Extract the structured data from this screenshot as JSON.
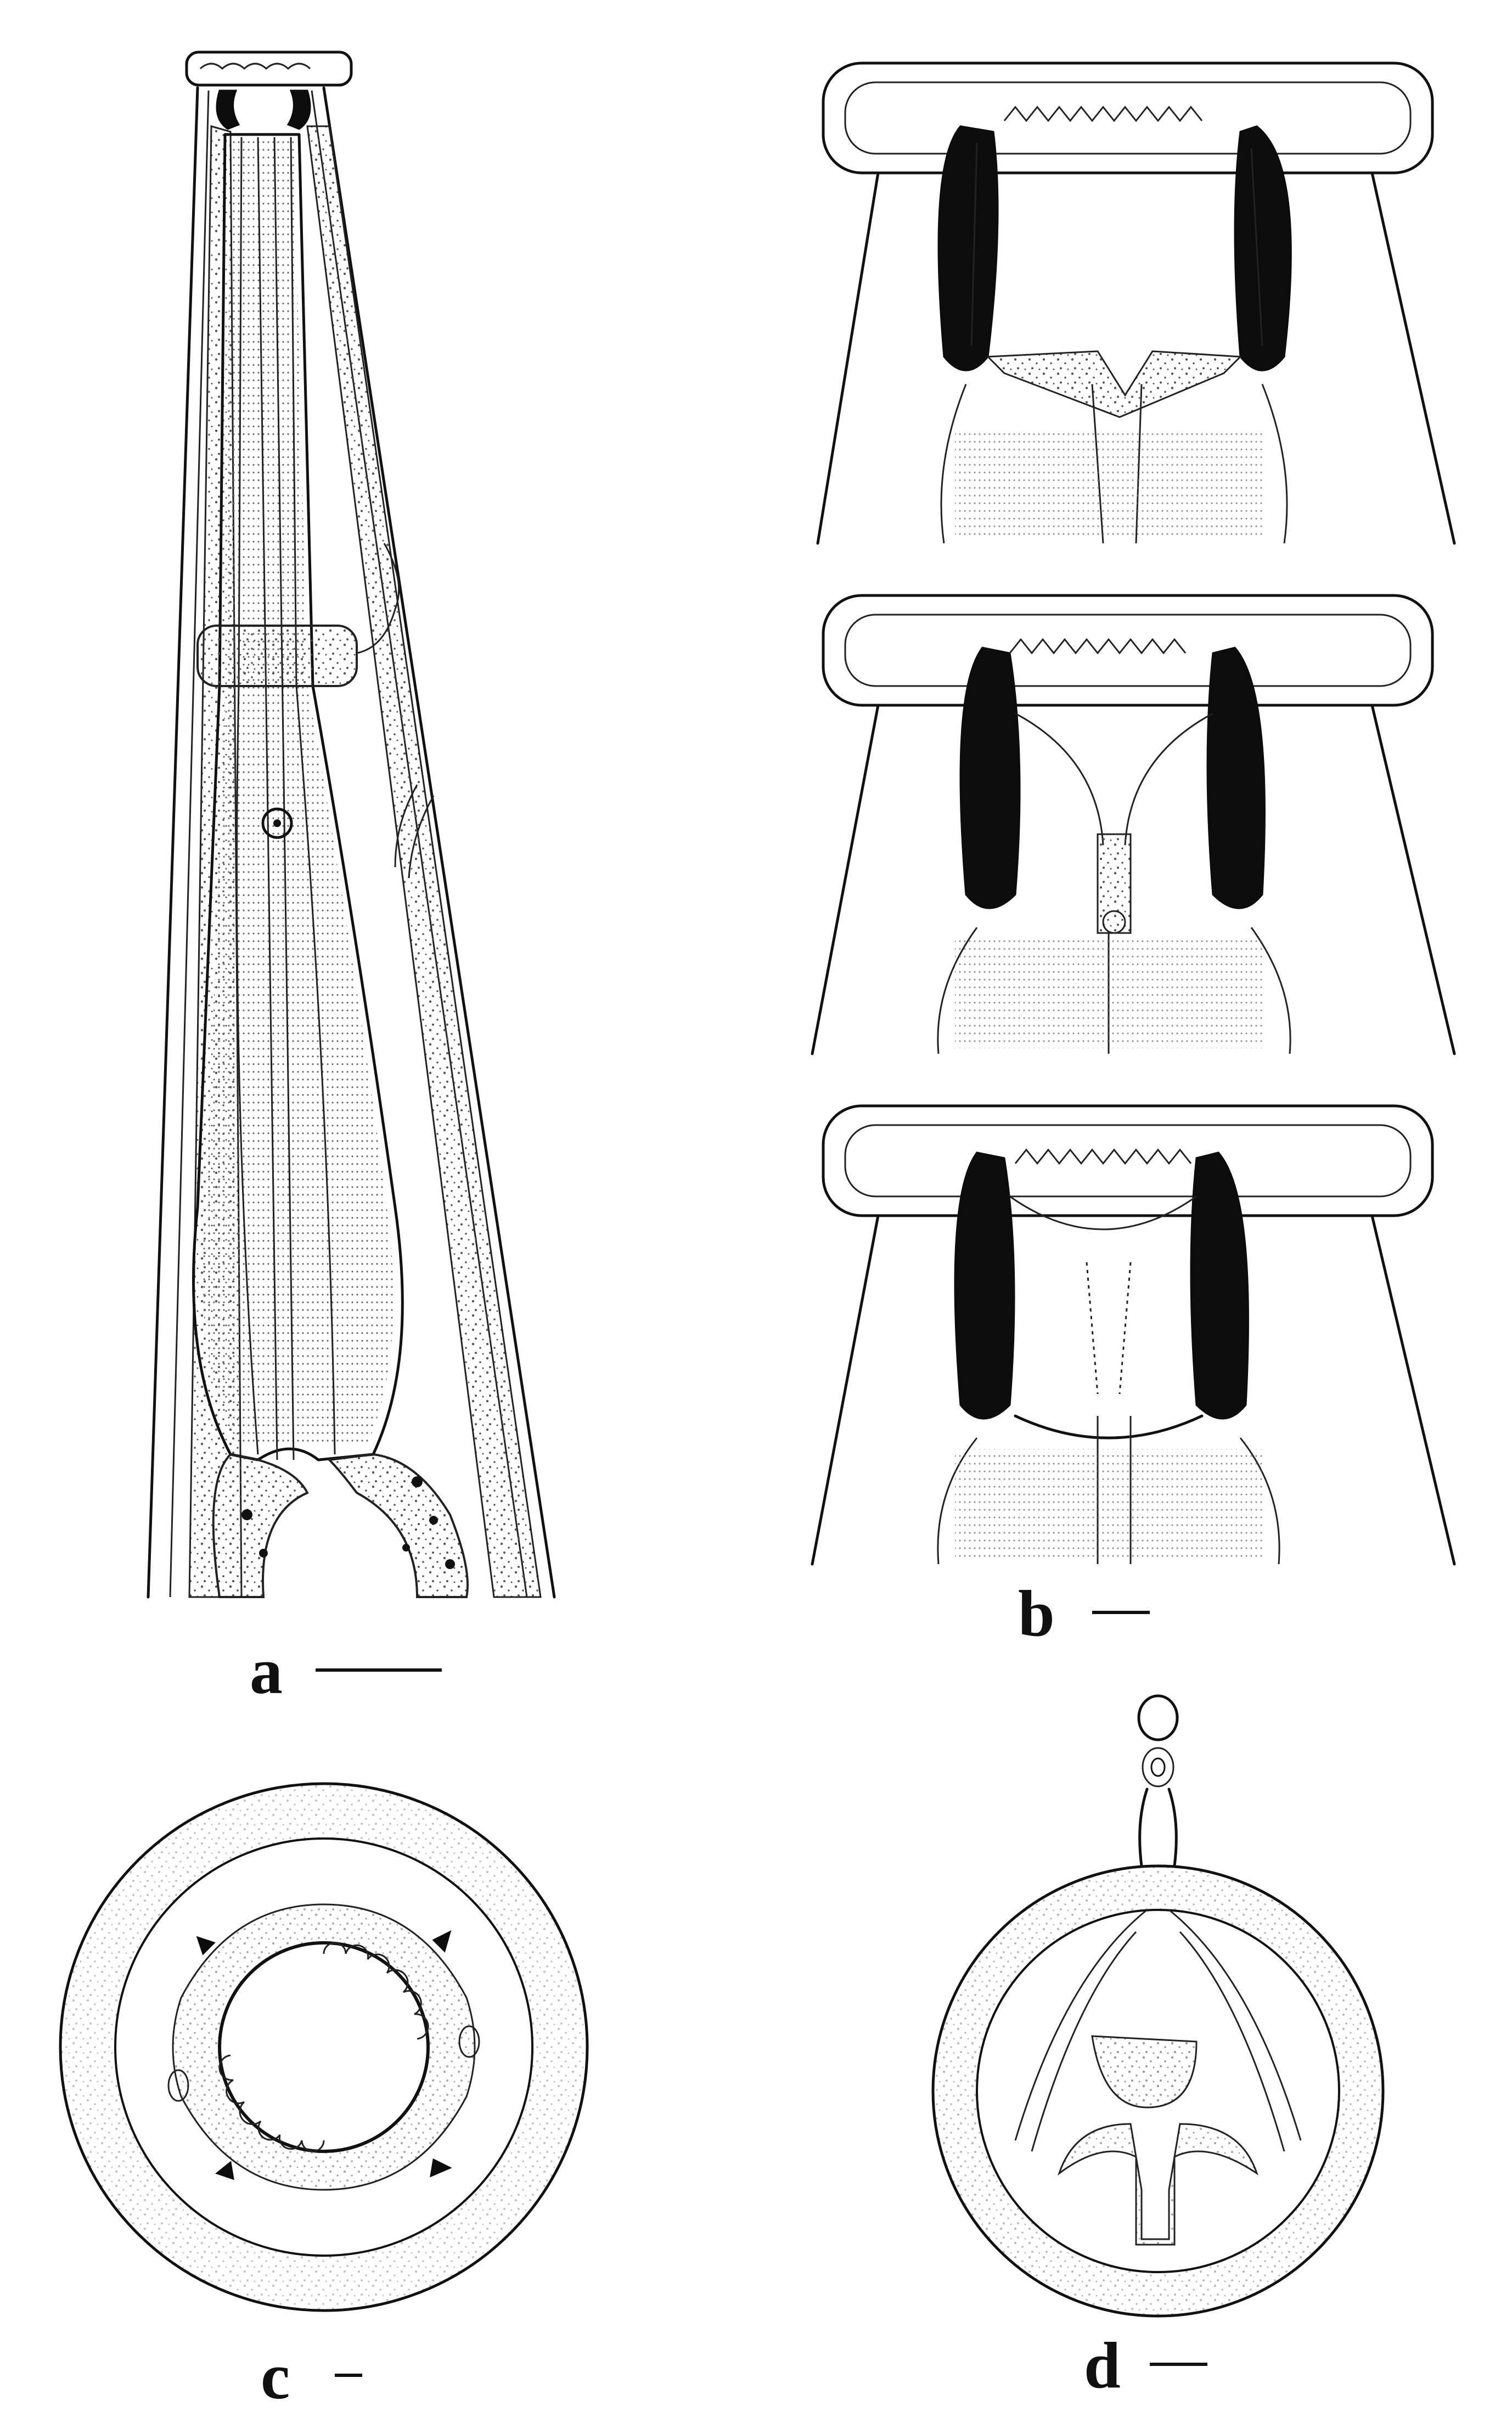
{
  "figure": {
    "panels": [
      {
        "id": "a",
        "label": "a"
      },
      {
        "id": "b",
        "label": "b"
      },
      {
        "id": "c",
        "label": "c"
      },
      {
        "id": "d",
        "label": "d"
      }
    ]
  },
  "colors": {
    "ink": "#111111",
    "stipple": "#555555",
    "background": "#ffffff"
  }
}
